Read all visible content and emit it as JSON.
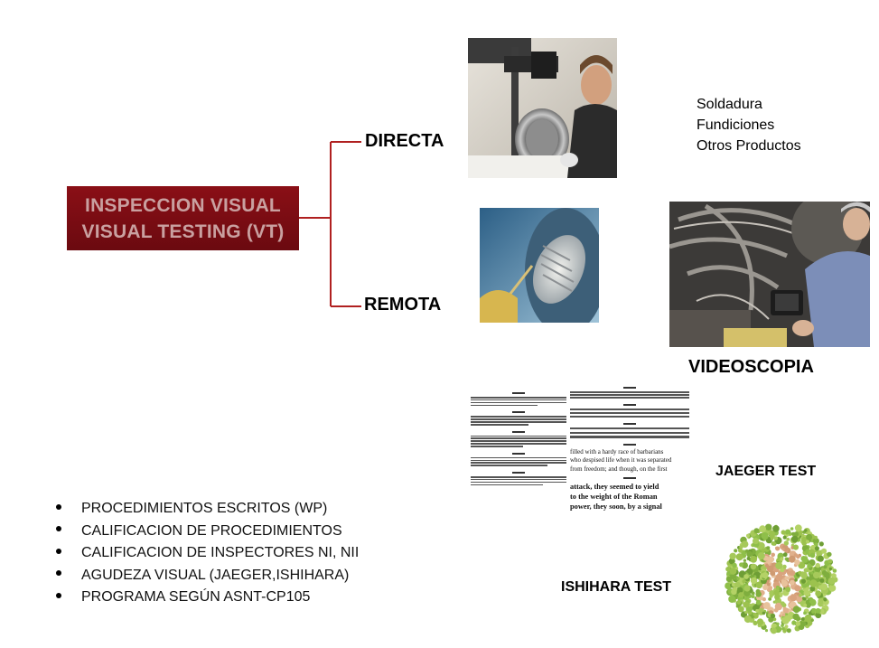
{
  "title": {
    "line1": "INSPECCION VISUAL",
    "line2": "VISUAL TESTING (VT)"
  },
  "branches": {
    "directa": "DIRECTA",
    "remota": "REMOTA"
  },
  "directa_products": [
    "Soldadura",
    "Fundiciones",
    "Otros Productos"
  ],
  "labels": {
    "videoscopia": "VIDEOSCOPIA",
    "jaeger": "JAEGER TEST",
    "ishihara": "ISHIHARA TEST"
  },
  "bullets": [
    "PROCEDIMIENTOS ESCRITOS (WP)",
    "CALIFICACION DE PROCEDIMIENTOS",
    "CALIFICACION DE INSPECTORES NI, NII",
    "AGUDEZA VISUAL (JAEGER,ISHIHARA)",
    "PROGRAMA SEGÚN ASNT-CP105"
  ],
  "jaeger_text": {
    "line1": "filled with a hardy race of barbarians",
    "line2": "who despised life when it was separated",
    "line3": "from freedom; and though, on the first",
    "line4": "attack, they seemed to yield",
    "line5": "to the weight of the Roman",
    "line6": "power, they soon, by a signal"
  },
  "colors": {
    "title_bg": "#7a0c12",
    "title_text": "#c9a0a0",
    "connector": "#b02020"
  }
}
